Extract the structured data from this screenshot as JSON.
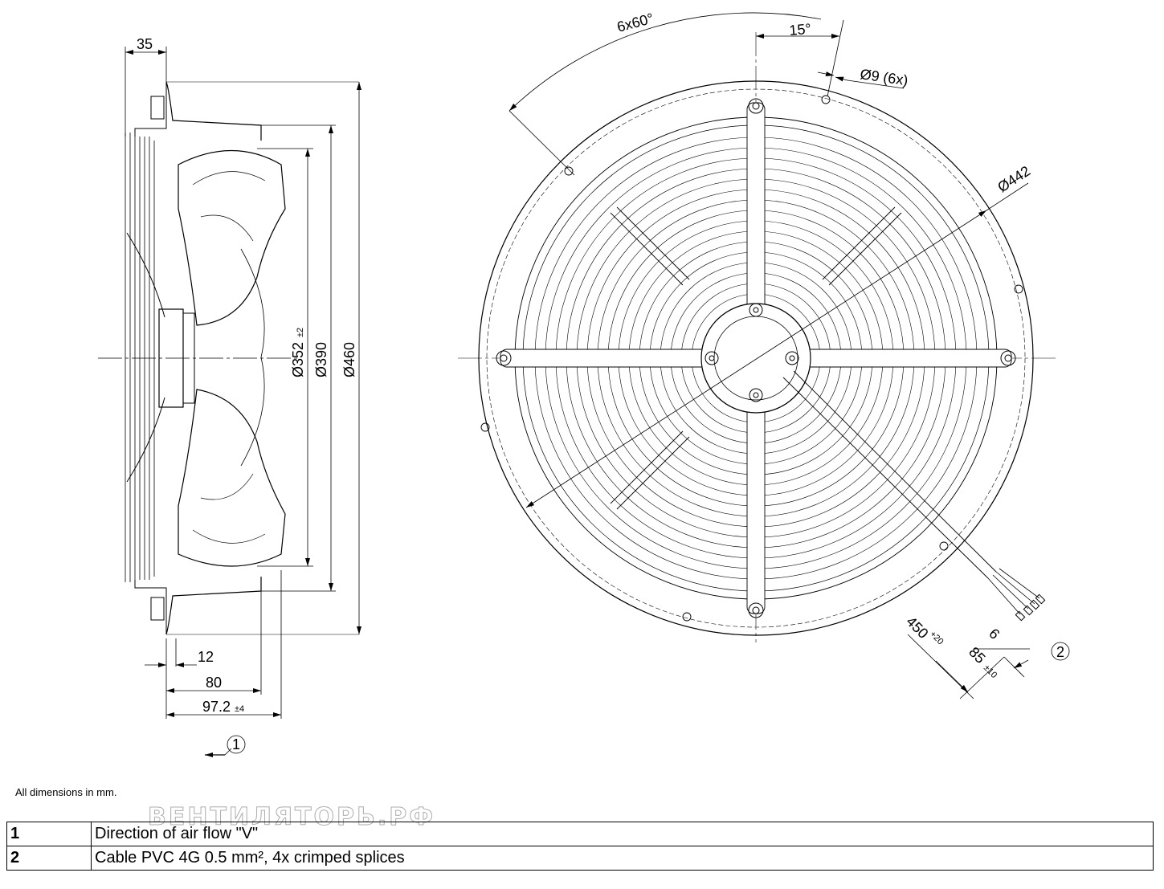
{
  "side_view": {
    "dims": {
      "d35": "35",
      "d352": "Ø352",
      "d352_tol": "±2",
      "d390": "Ø390",
      "d460": "Ø460",
      "d12": "12",
      "d80": "80",
      "d97": "97.2",
      "d97_tol": "±4"
    },
    "callout_1": "1"
  },
  "front_view": {
    "dims": {
      "angle_6x60": "6x60°",
      "angle_15": "15°",
      "hole_d9": "Ø9 (6x)",
      "d442": "Ø442",
      "cable_450": "450",
      "cable_450_tol": "+20",
      "d6": "6",
      "d85": "85",
      "d85_tol": "±10"
    },
    "callout_2": "2"
  },
  "note": "All dimensions in mm.",
  "watermark": "ВЕНТИЛЯТОРЬ.РФ",
  "legend": [
    {
      "num": "1",
      "text": "Direction of air flow \"V\""
    },
    {
      "num": "2",
      "text": "Cable PVC 4G 0.5 mm², 4x crimped splices"
    }
  ]
}
